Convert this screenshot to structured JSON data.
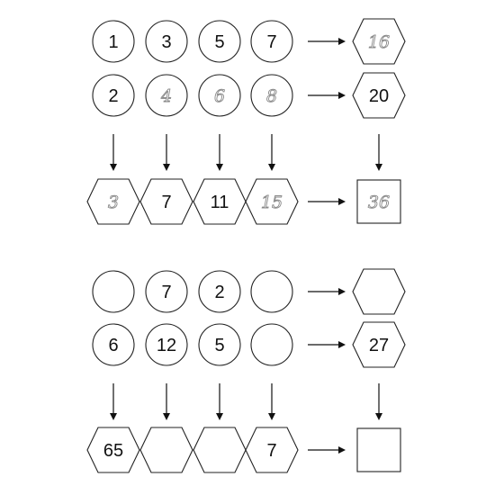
{
  "puzzle_1": {
    "row_top": [
      "1",
      "3",
      "5",
      "7"
    ],
    "row_top_result": "16",
    "row_middle": [
      "2",
      "4",
      "6",
      "8"
    ],
    "row_middle_result": "20",
    "row_bottom": [
      "3",
      "7",
      "11",
      "15"
    ],
    "row_bottom_result": "36",
    "handwritten": {
      "row_top": [
        false,
        false,
        false,
        false
      ],
      "row_top_result": true,
      "row_middle": [
        false,
        true,
        true,
        true
      ],
      "row_middle_result": false,
      "row_bottom": [
        true,
        false,
        false,
        true
      ],
      "row_bottom_result": true
    }
  },
  "puzzle_2": {
    "row_top": [
      "",
      "7",
      "2",
      ""
    ],
    "row_top_result": "",
    "row_middle": [
      "6",
      "12",
      "5",
      ""
    ],
    "row_middle_result": "27",
    "row_bottom": [
      "65",
      "",
      "",
      "7"
    ],
    "row_bottom_result": "",
    "handwritten": {
      "row_top": [
        false,
        false,
        false,
        false
      ],
      "row_top_result": false,
      "row_middle": [
        false,
        false,
        false,
        false
      ],
      "row_middle_result": false,
      "row_bottom": [
        false,
        false,
        false,
        false
      ],
      "row_bottom_result": false
    }
  }
}
